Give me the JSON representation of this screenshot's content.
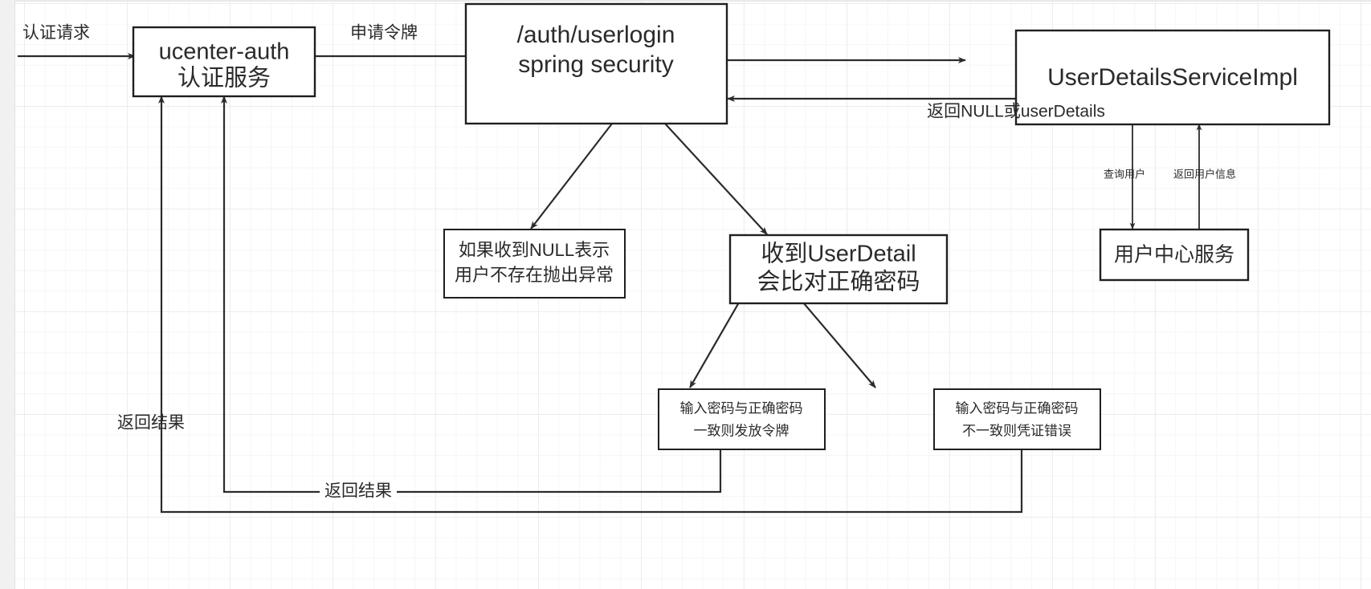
{
  "diagram": {
    "title": "ucenter-auth 认证流程图",
    "type": "flowchart",
    "background": "#ffffff",
    "grid_color": "#ededed",
    "line_color": "#2b2b2b",
    "nodes": [
      {
        "id": "ucenter_auth",
        "line1": "ucenter-auth",
        "line2": "认证服务"
      },
      {
        "id": "userlogin",
        "line1": "/auth/userlogin",
        "line2": "spring security"
      },
      {
        "id": "uds_impl",
        "line1": "UserDetailsServiceImpl",
        "line2": ""
      },
      {
        "id": "ucenter_svc",
        "line1": "用户中心服务",
        "line2": ""
      },
      {
        "id": "note_null",
        "line1": "如果收到NULL表示",
        "line2": "用户不存在抛出异常"
      },
      {
        "id": "note_detail",
        "line1": "收到UserDetail",
        "line2": "会比对正确密码"
      },
      {
        "id": "note_match",
        "line1": "输入密码与正确密码",
        "line2": "一致则发放令牌"
      },
      {
        "id": "note_mismatch",
        "line1": "输入密码与正确密码",
        "line2": "不一致则凭证错误"
      }
    ],
    "edge_labels": [
      {
        "id": "auth_request",
        "text": "认证请求"
      },
      {
        "id": "apply_token",
        "text": "申请令牌"
      },
      {
        "id": "return_null_or_ud",
        "text": "返回NULL或userDetails"
      },
      {
        "id": "query_user",
        "text": "查询用户"
      },
      {
        "id": "return_user_info",
        "text": "返回用户信息"
      },
      {
        "id": "return_result_1",
        "text": "返回结果"
      },
      {
        "id": "return_result_2",
        "text": "返回结果"
      }
    ]
  }
}
